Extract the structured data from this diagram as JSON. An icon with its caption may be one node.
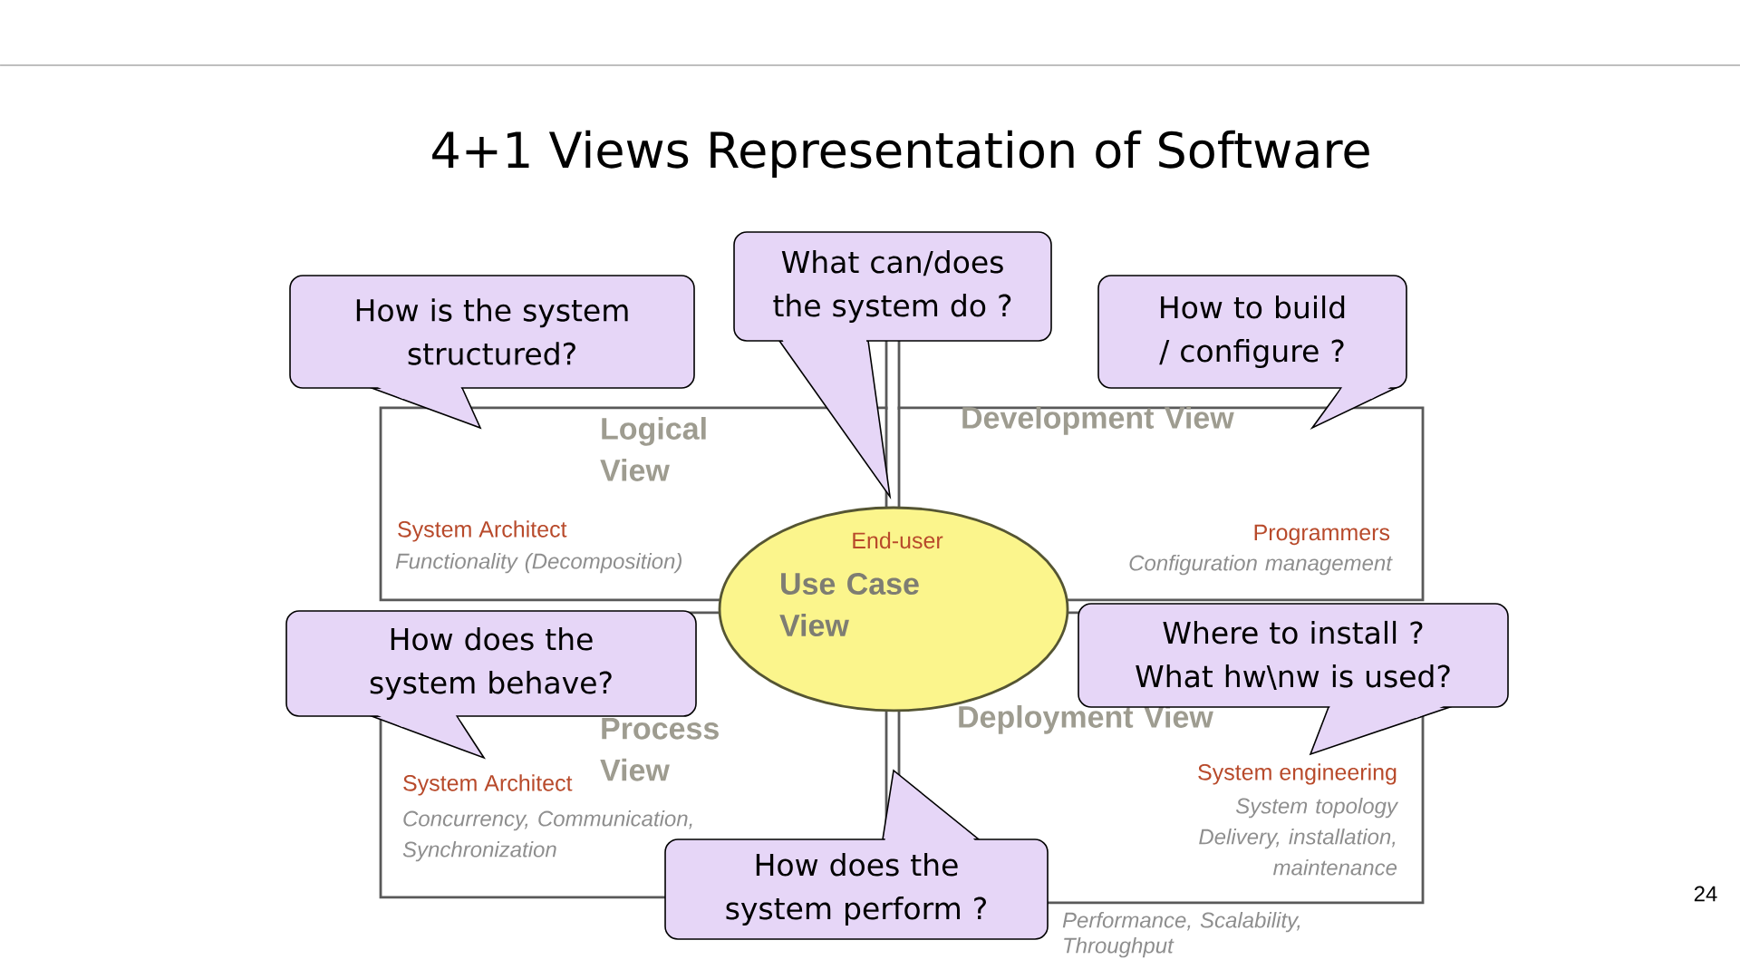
{
  "diagram": {
    "title": "4+1 Views Representation of Software",
    "nodes": [
      {
        "text": [
          "How is the system structured?"
        ]
      },
      {
        "text": [
          "What can/does the system do ?"
        ]
      },
      {
        "text": [
          "How to build / configure ?"
        ]
      },
      {
        "text": [
          "Logical View",
          "System Architect",
          "Functionality (Decomposition)"
        ]
      },
      {
        "text": [
          "Development View",
          "Programmers",
          "Configuration management"
        ]
      },
      {
        "text": [
          "End-user",
          "Use Case View"
        ]
      },
      {
        "text": [
          "How does the system behave?"
        ]
      },
      {
        "text": [
          "Where to install ? What hw\\nw is used?"
        ]
      },
      {
        "text": [
          "Process View",
          "System Architect",
          "Concurrency, Communication, Synchronization"
        ]
      },
      {
        "text": [
          "Deployment View",
          "System engineering",
          "System topology Delivery, installation, maintenance"
        ]
      },
      {
        "text": [
          "How does the system perform ?"
        ]
      }
    ],
    "labels": [
      "Performance, Scalability, Throughput",
      "24"
    ]
  }
}
